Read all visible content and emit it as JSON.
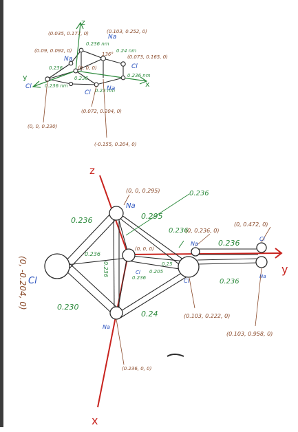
{
  "top_sketch": {
    "label_y": "y",
    "label_x": "x",
    "label_z": "z",
    "coord_tl1": "(0.035, 0.177, 0)",
    "coord_tl2": "(0.09, 0.092, 0)",
    "coord_na_tr": "(0.103, 0.252, 0)",
    "coord_right": "(0.073, 0.165, 0)",
    "coord_bottom": "(0.072, 0.204, 0)",
    "coord_origin": "(0, 0, 0)",
    "coord_left_bottom": "(0, 0, 0.230)",
    "coord_far_bottom": "(-0.155, 0.204, 0)",
    "dist_top": "0.236 nm",
    "dist_right1": "0.24 nm",
    "dist_right2": "0.236 nm",
    "dist_left": "0.236",
    "dist_left2": "0.236 nm",
    "dist_bottom": "0.23 nm",
    "dist_center": "0.236",
    "dist_na": "136°",
    "atom_na_top": "Na",
    "atom_na_tl": "Na",
    "atom_na_right": "Na",
    "atom_cl_left": "Cl",
    "atom_cl_right": "Cl",
    "atom_cl_bottom": "Cl"
  },
  "bottom_sketch": {
    "axis_z": "z",
    "axis_y": "y",
    "axis_x": "x",
    "coord_top_na": "(0, 0, 0.295)",
    "coord_ray": "0.236",
    "coord_mid_na": "(0, 0.236, 0)",
    "coord_right_cl": "(0, 0.472, 0)",
    "coord_center": "(0, 0, 0)",
    "coord_bottom_cl": "(0.103, 0.222, 0)",
    "coord_far_right": "(0.103, 0.958, 0)",
    "coord_bottom_na": "(0.236, 0, 0)",
    "coord_left": "(0, -0.204, 0)",
    "dist_upper_left": "0.236",
    "dist_upper_right": "0.295",
    "dist_mid_right": "0.236",
    "dist_right_seg": "0.236",
    "dist_lower_right": "0.236",
    "dist_left_mid": "0.236",
    "dist_vertical": "0.236",
    "dist_lower_left": "0.230",
    "dist_lower_mid": "0.24",
    "dist_small1": "0.25",
    "dist_small2": "0.205",
    "dist_small3": "0.236",
    "dist_inner": "0.236",
    "atom_top": "Na",
    "atom_left": "Cl",
    "atom_mid_na": "Na",
    "atom_right_cl": "Cl",
    "atom_right_na": "Na",
    "atom_center_cl": "Cl",
    "atom_bottom_na": "Na",
    "atom_right_cl2": "Cl"
  },
  "colors": {
    "axis_red": "#c8231e",
    "pen_green": "#2e8b3e",
    "pen_blue": "#2a52be",
    "pen_brown": "#8a4a2a",
    "pen_black": "#2b2b2b"
  }
}
